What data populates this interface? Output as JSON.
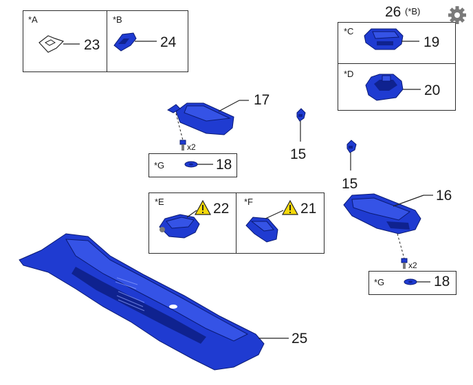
{
  "callouts": {
    "c23": "23",
    "c24": "24",
    "c26": "26",
    "c26_note": "(*B)",
    "c19": "19",
    "c20": "20",
    "c17": "17",
    "c15a": "15",
    "c15b": "15",
    "c18a": "18",
    "c18b": "18",
    "c16": "16",
    "c22": "22",
    "c21": "21",
    "c25": "25"
  },
  "box_labels": {
    "A": "*A",
    "B": "*B",
    "C": "*C",
    "D": "*D",
    "E": "*E",
    "F": "*F",
    "G1": "*G",
    "G2": "*G"
  },
  "quantities": {
    "screw_17": "x2",
    "screw_16": "x2"
  },
  "colors": {
    "part_blue": "#1f3bd1",
    "caution_yellow": "#f5d90a",
    "gear_gray": "#7a7a7a"
  },
  "icons": [
    "gear-icon",
    "warning-icon"
  ]
}
